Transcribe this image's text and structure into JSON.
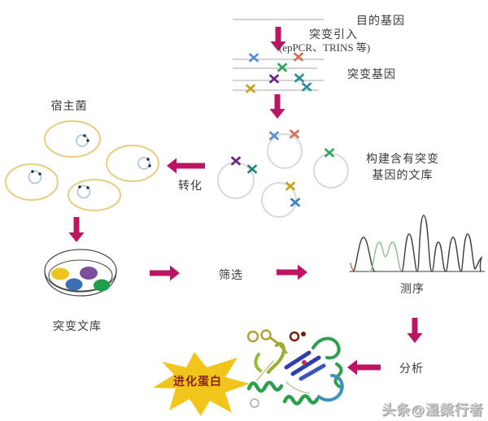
{
  "labels": {
    "target_gene": "目的基因",
    "mutation_intro": "突变引入",
    "mutation_methods": "(epPCR、TRINS 等)",
    "mutant_genes": "突变基因",
    "host_bacteria": "宿主菌",
    "transformation": "转化",
    "library_line1": "构建含有突变",
    "library_line2": "基因的文库",
    "mutant_library": "突变文库",
    "screening": "筛选",
    "sequencing": "测序",
    "analysis": "分析",
    "evolved_protein": "进化蛋白"
  },
  "watermark": "头条@湿槃行者",
  "colors": {
    "flow_arrow": "#BE1464",
    "gene_line": "#C6C6C6",
    "plasmid_outline": "#D9D9D9",
    "host_cell_outline": "#E7D18C",
    "dish_outline": "#4A4A4A",
    "star_fill": "#F2C51D",
    "star_text": "#8B1F1F",
    "trace_main": "#3C3C3C",
    "trace_variant_peak": "#8FBF8F",
    "trace_start": "#C25B4E",
    "mutation_x": {
      "blue": "#5B8FD4",
      "red": "#D9705A",
      "green": "#2EA757",
      "purple": "#6B2387",
      "teal": "#2E8F9E",
      "yellow": "#C9A21E"
    },
    "colonies": {
      "yellow": "#EFC41F",
      "purple": "#7B4F9E",
      "blue": "#3A6FB0",
      "green": "#1F9E4B"
    }
  }
}
